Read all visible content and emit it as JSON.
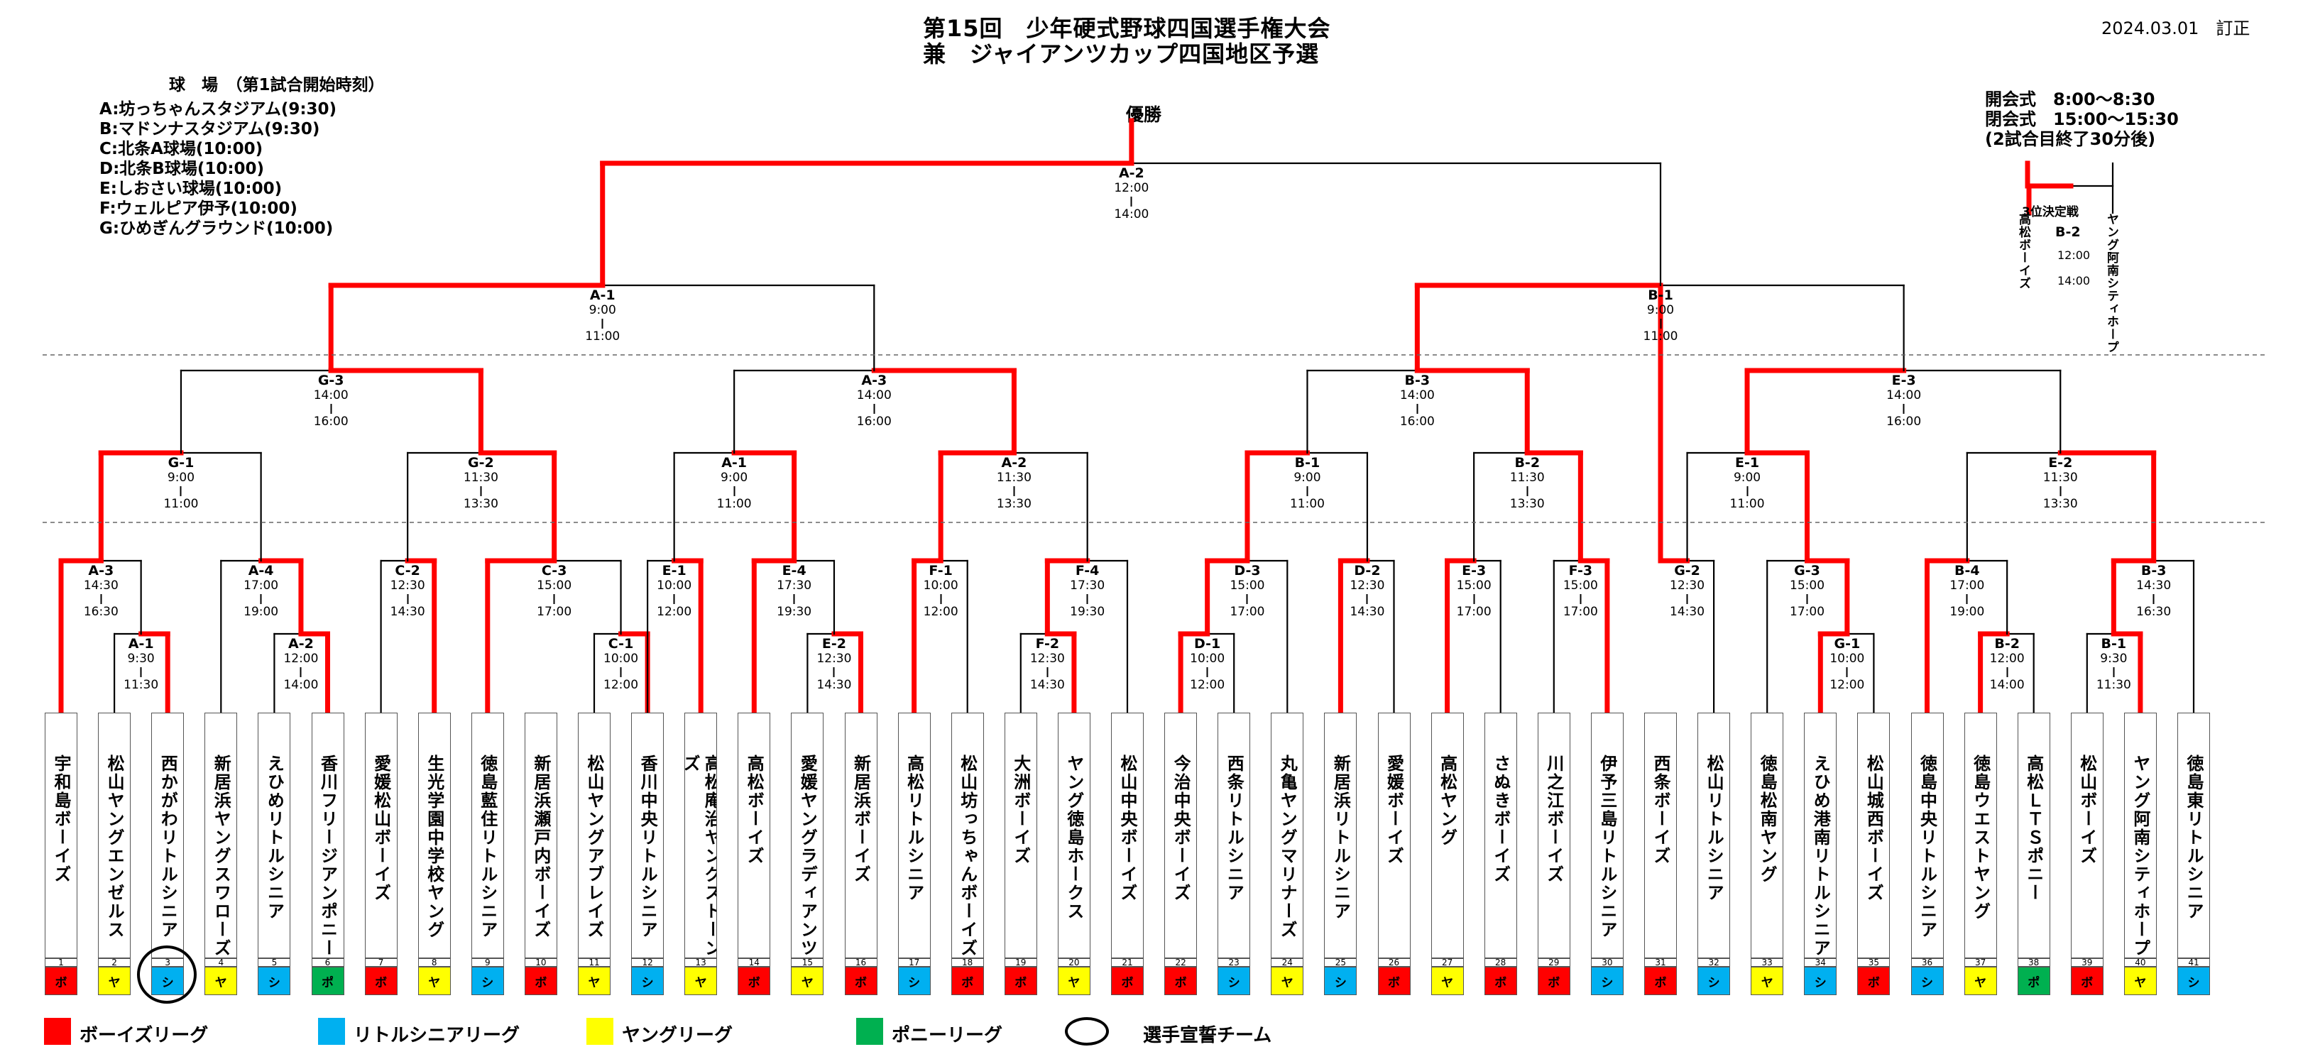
{
  "header": {
    "title_line1": "第15回　少年硬式野球四国選手権大会",
    "title_line2": "兼　ジャイアンツカップ四国地区予選",
    "date": "2024.03.01　訂正"
  },
  "venues": {
    "heading": "球　場　（第1試合開始時刻）",
    "items": [
      "A:坊っちゃんスタジアム(9:30)",
      "B:マドンナスタジアム(9:30)",
      "C:北条A球場(10:00)",
      "D:北条B球場(10:00)",
      "E:しおさい球場(10:00)",
      "F:ウェルピア伊予(10:00)",
      "G:ひめぎんグラウンド(10:00)"
    ]
  },
  "ceremony": {
    "opening": "開会式　8:00～8:30",
    "closing": "閉会式　15:00～15:30",
    "note": "(2試合目終了30分後)"
  },
  "bracket": {
    "champion_label": "優勝",
    "third_place": {
      "label": "3位決定戦",
      "code": "B-2",
      "start": "12:00",
      "end": "14:00",
      "team_left": "高松ボーイズ",
      "team_right": "ヤング阿南シティホープ"
    }
  },
  "colors": {
    "boys": "#ff0000",
    "senior": "#00b0f0",
    "young": "#ffff00",
    "pony": "#00b050",
    "line_win": "#ff0000",
    "line": "#000000"
  },
  "badge_chars": {
    "boys": "ボ",
    "senior": "シ",
    "young": "ヤ",
    "pony": "ポ"
  },
  "teams": [
    {
      "no": "1",
      "name": "宇和島ボーイズ",
      "league": "boys"
    },
    {
      "no": "2",
      "name": "松山ヤングエンゼルス",
      "league": "young"
    },
    {
      "no": "3",
      "name": "西かがわリトルシニア",
      "league": "senior",
      "captain": true
    },
    {
      "no": "4",
      "name": "新居浜ヤングスワローズ",
      "league": "young"
    },
    {
      "no": "5",
      "name": "えひめリトルシニア",
      "league": "senior"
    },
    {
      "no": "6",
      "name": "香川フリージアンポニー",
      "league": "pony"
    },
    {
      "no": "7",
      "name": "愛媛松山ボーイズ",
      "league": "boys"
    },
    {
      "no": "8",
      "name": "生光学園中学校ヤング",
      "league": "young"
    },
    {
      "no": "9",
      "name": "徳島藍住リトルシニア",
      "league": "senior"
    },
    {
      "no": "10",
      "name": "新居浜瀬戸内ボーイズ",
      "league": "boys"
    },
    {
      "no": "11",
      "name": "松山ヤングアブレイズ",
      "league": "young"
    },
    {
      "no": "12",
      "name": "香川中央リトルシニア",
      "league": "senior"
    },
    {
      "no": "13",
      "name": "高松庵治ヤングストーンズ",
      "league": "young"
    },
    {
      "no": "14",
      "name": "高松ボーイズ",
      "league": "boys"
    },
    {
      "no": "15",
      "name": "愛媛ヤングラディアンツ",
      "league": "young"
    },
    {
      "no": "16",
      "name": "新居浜ボーイズ",
      "league": "boys"
    },
    {
      "no": "17",
      "name": "高松リトルシニア",
      "league": "senior"
    },
    {
      "no": "18",
      "name": "松山坊っちゃんボーイズ",
      "league": "boys"
    },
    {
      "no": "19",
      "name": "大洲ボーイズ",
      "league": "boys"
    },
    {
      "no": "20",
      "name": "ヤング徳島ホークス",
      "league": "young"
    },
    {
      "no": "21",
      "name": "松山中央ボーイズ",
      "league": "boys"
    },
    {
      "no": "22",
      "name": "今治中央ボーイズ",
      "league": "boys"
    },
    {
      "no": "23",
      "name": "西条リトルシニア",
      "league": "senior"
    },
    {
      "no": "24",
      "name": "丸亀ヤングマリナーズ",
      "league": "young"
    },
    {
      "no": "25",
      "name": "新居浜リトルシニア",
      "league": "senior"
    },
    {
      "no": "26",
      "name": "愛媛ボーイズ",
      "league": "boys"
    },
    {
      "no": "27",
      "name": "高松ヤング",
      "league": "young"
    },
    {
      "no": "28",
      "name": "さぬきボーイズ",
      "league": "boys"
    },
    {
      "no": "29",
      "name": "川之江ボーイズ",
      "league": "boys"
    },
    {
      "no": "30",
      "name": "伊予三島リトルシニア",
      "league": "senior"
    },
    {
      "no": "31",
      "name": "西条ボーイズ",
      "league": "boys"
    },
    {
      "no": "32",
      "name": "松山リトルシニア",
      "league": "senior"
    },
    {
      "no": "33",
      "name": "徳島松南ヤング",
      "league": "young"
    },
    {
      "no": "34",
      "name": "えひめ港南リトルシニア",
      "league": "senior"
    },
    {
      "no": "35",
      "name": "松山城西ボーイズ",
      "league": "boys"
    },
    {
      "no": "36",
      "name": "徳島中央リトルシニア",
      "league": "senior"
    },
    {
      "no": "37",
      "name": "徳島ウエストヤング",
      "league": "young"
    },
    {
      "no": "38",
      "name": "高松ＬＴＳポニー",
      "league": "pony"
    },
    {
      "no": "39",
      "name": "松山ボーイズ",
      "league": "boys"
    },
    {
      "no": "40",
      "name": "ヤング阿南シティホープ",
      "league": "young"
    },
    {
      "no": "41",
      "name": "徳島東リトルシニア",
      "league": "senior"
    }
  ],
  "matches": [
    {
      "code": "A-1",
      "start": "9:30",
      "end": "11:30"
    },
    {
      "code": "A-2",
      "start": "12:00",
      "end": "14:00"
    },
    {
      "code": "A-3",
      "start": "14:30",
      "end": "16:30"
    },
    {
      "code": "A-4",
      "start": "17:00",
      "end": "19:00"
    },
    {
      "code": "C-1",
      "start": "10:00",
      "end": "12:00"
    },
    {
      "code": "C-2",
      "start": "12:30",
      "end": "14:30"
    },
    {
      "code": "C-3",
      "start": "15:00",
      "end": "17:00"
    },
    {
      "code": "E-1",
      "start": "10:00",
      "end": "12:00"
    },
    {
      "code": "E-2",
      "start": "12:30",
      "end": "14:30"
    },
    {
      "code": "E-4",
      "start": "17:30",
      "end": "19:30"
    },
    {
      "code": "F-1",
      "start": "10:00",
      "end": "12:00"
    },
    {
      "code": "F-2",
      "start": "12:30",
      "end": "14:30"
    },
    {
      "code": "F-4",
      "start": "17:30",
      "end": "19:30"
    },
    {
      "code": "D-1",
      "start": "10:00",
      "end": "12:00"
    },
    {
      "code": "D-3",
      "start": "15:00",
      "end": "17:00"
    },
    {
      "code": "D-2",
      "start": "12:30",
      "end": "14:30"
    },
    {
      "code": "E-3",
      "start": "15:00",
      "end": "17:00"
    },
    {
      "code": "F-3",
      "start": "15:00",
      "end": "17:00"
    },
    {
      "code": "G-2",
      "start": "12:30",
      "end": "14:30"
    },
    {
      "code": "G-3",
      "start": "15:00",
      "end": "17:00"
    },
    {
      "code": "G-1",
      "start": "10:00",
      "end": "12:00"
    },
    {
      "code": "B-4",
      "start": "17:00",
      "end": "19:00"
    },
    {
      "code": "B-2",
      "start": "12:00",
      "end": "14:00"
    },
    {
      "code": "B-1",
      "start": "9:30",
      "end": "11:30"
    },
    {
      "code": "B-3",
      "start": "14:30",
      "end": "16:30"
    },
    {
      "code": "G-1",
      "start": "9:00",
      "end": "11:00"
    },
    {
      "code": "G-2",
      "start": "11:30",
      "end": "13:30"
    },
    {
      "code": "A-1",
      "start": "9:00",
      "end": "11:00"
    },
    {
      "code": "A-2",
      "start": "11:30",
      "end": "13:30"
    },
    {
      "code": "B-1",
      "start": "9:00",
      "end": "11:00"
    },
    {
      "code": "B-2",
      "start": "11:30",
      "end": "13:30"
    },
    {
      "code": "E-1",
      "start": "9:00",
      "end": "11:00"
    },
    {
      "code": "E-2",
      "start": "11:30",
      "end": "13:30"
    },
    {
      "code": "G-3",
      "start": "14:00",
      "end": "16:00"
    },
    {
      "code": "A-3",
      "start": "14:00",
      "end": "16:00"
    },
    {
      "code": "B-3",
      "start": "14:00",
      "end": "16:00"
    },
    {
      "code": "E-3",
      "start": "14:00",
      "end": "16:00"
    },
    {
      "code": "A-1",
      "start": "9:00",
      "end": "11:00"
    },
    {
      "code": "B-1",
      "start": "9:00",
      "end": "11:00"
    },
    {
      "code": "A-2",
      "start": "12:00",
      "end": "14:00"
    }
  ],
  "legend": [
    {
      "label": "ボーイズリーグ",
      "league": "boys"
    },
    {
      "label": "リトルシニアリーグ",
      "league": "senior"
    },
    {
      "label": "ヤングリーグ",
      "league": "young"
    },
    {
      "label": "ポニーリーグ",
      "league": "pony"
    },
    {
      "label": "選手宣誓チーム",
      "league": "captain"
    }
  ]
}
